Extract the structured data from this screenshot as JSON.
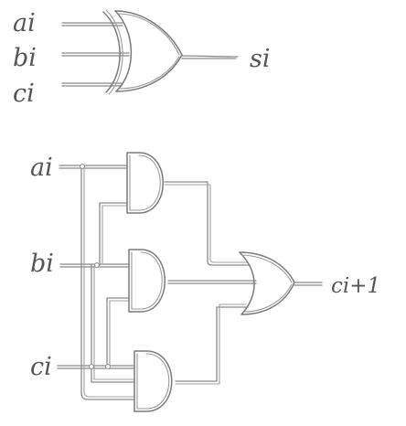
{
  "xor_section": {
    "inputs": [
      "ai",
      "bi",
      "ci"
    ],
    "output": "si"
  },
  "carry_section": {
    "inputs": [
      "ai",
      "bi",
      "ci"
    ],
    "output": "ci+1"
  }
}
